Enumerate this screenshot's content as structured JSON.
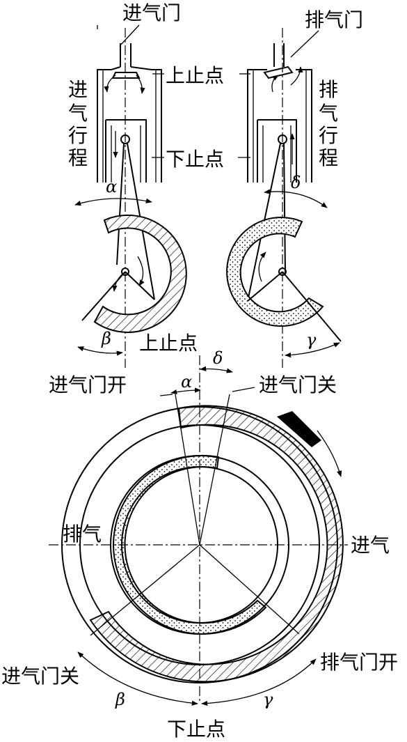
{
  "labels": {
    "intake_valve": "进气门",
    "exhaust_valve": "排气门",
    "tdc": "上止点",
    "bdc": "下止点",
    "intake_stroke": [
      "进",
      "气",
      "行",
      "程"
    ],
    "exhaust_stroke": [
      "排",
      "气",
      "行",
      "程"
    ],
    "tdc_center": "上止点",
    "intake_open": "进气门开",
    "intake_close_top": "进气门关",
    "exhaust_side": "排气",
    "intake_side": "进气",
    "intake_close_bottom": "进气门关",
    "exhaust_open": "排气门开",
    "bdc_bottom": "下止点"
  },
  "angles": {
    "alpha": "α",
    "beta": "β",
    "gamma": "γ",
    "delta": "δ"
  }
}
